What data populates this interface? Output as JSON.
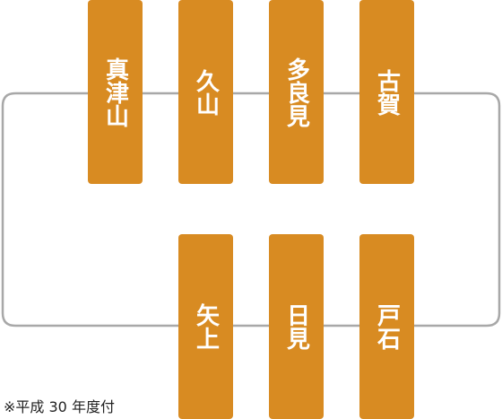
{
  "route_diagram": {
    "top_row": [
      "真津山",
      "久山",
      "多良見",
      "古賀"
    ],
    "bottom_row": [
      "矢上",
      "日見",
      "戸石"
    ],
    "box_color": "#d88b22",
    "line_color": "#a8a8a8",
    "text_color": "#ffffff"
  },
  "footnote": "※平成 30 年度付"
}
